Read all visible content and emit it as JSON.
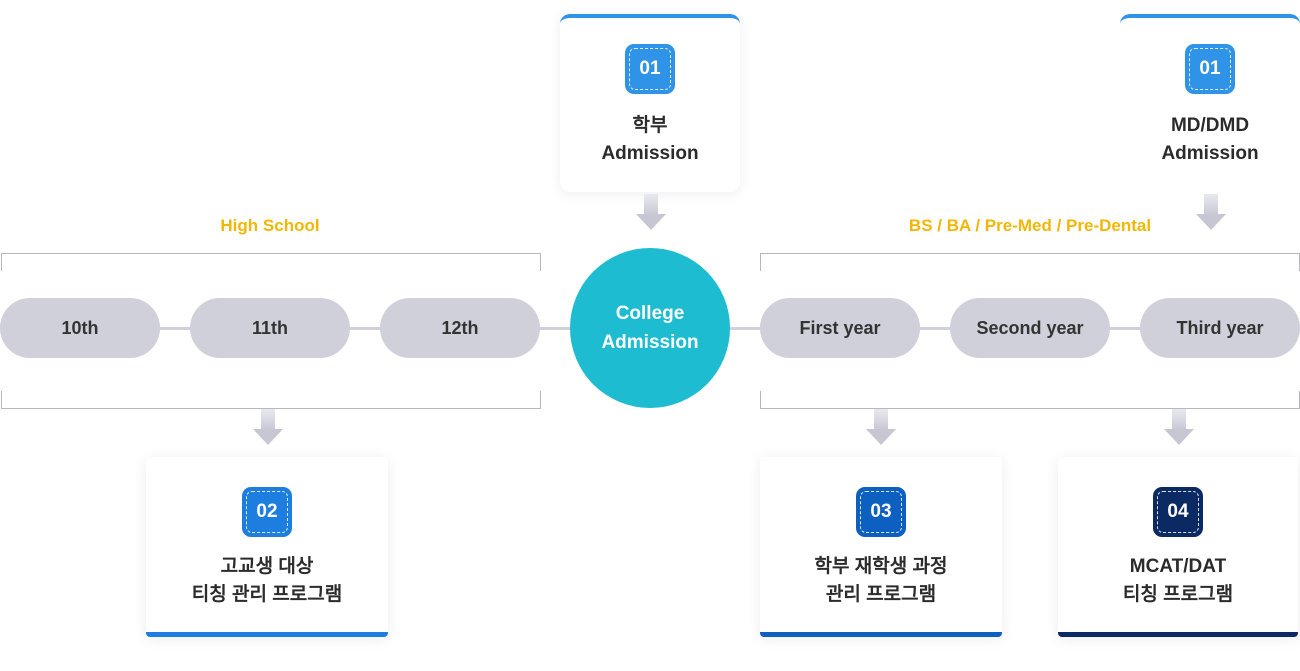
{
  "cards_top": {
    "undergrad": {
      "badge": "01",
      "line1": "학부",
      "line2": "Admission",
      "color": "#2f93e8"
    },
    "md": {
      "badge": "01",
      "line1": "MD/DMD",
      "line2": "Admission",
      "color": "#2f93e8"
    }
  },
  "sections": {
    "high_school": "High School",
    "college": "BS / BA / Pre-Med / Pre-Dental"
  },
  "timeline": {
    "high_school": [
      "10th",
      "11th",
      "12th"
    ],
    "hub": {
      "line1": "College",
      "line2": "Admission",
      "color": "#1ebcd0"
    },
    "college": [
      "First year",
      "Second year",
      "Third year"
    ]
  },
  "cards_bottom": {
    "c2": {
      "badge": "02",
      "line1": "고교생 대상",
      "line2": "티칭 관리 프로그램",
      "color": "#1d7ee0"
    },
    "c3": {
      "badge": "03",
      "line1": "학부 재학생 과정",
      "line2": "관리 프로그램",
      "color": "#0d5fc0"
    },
    "c4": {
      "badge": "04",
      "line1": "MCAT/DAT",
      "line2": "티칭 프로그램",
      "color": "#0b2a63"
    }
  }
}
